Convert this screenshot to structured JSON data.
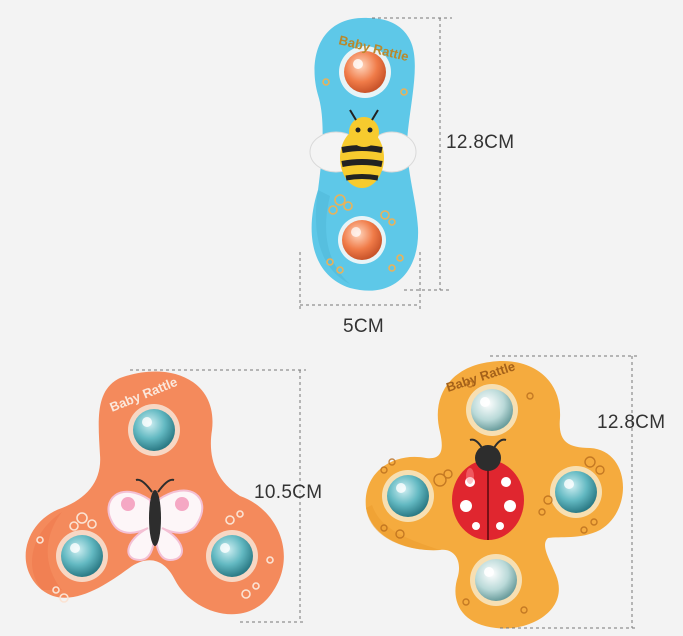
{
  "products": [
    {
      "name_text": "Baby Rattle",
      "character": "bee",
      "body_color": "#5ec8e8",
      "dimensions": {
        "height": "12.8CM",
        "width": "5CM"
      }
    },
    {
      "name_text": "Baby Rattle",
      "character": "butterfly",
      "body_color": "#f48a5c",
      "dimensions": {
        "height": "10.5CM"
      }
    },
    {
      "name_text": "Baby Rattle",
      "character": "ladybug",
      "body_color": "#f5ab3e",
      "dimensions": {
        "height": "12.8CM"
      }
    }
  ]
}
